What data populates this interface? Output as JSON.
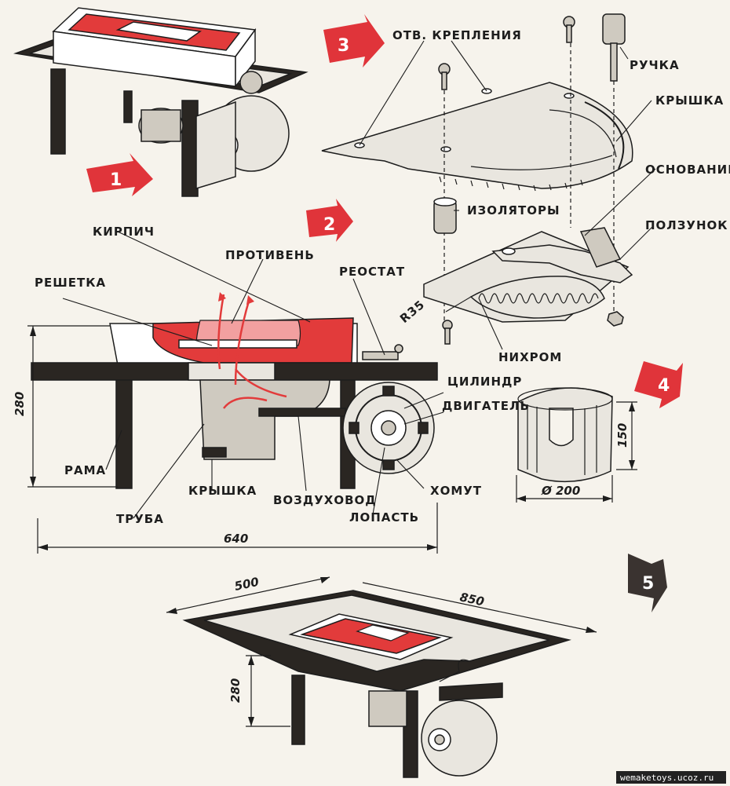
{
  "figure1": {
    "badge": "1"
  },
  "figure2": {
    "badge": "2",
    "labels": {
      "brick": "КИРПИЧ",
      "tray": "ПРОТИВЕНЬ",
      "grate": "РЕШЕТКА",
      "rheostat": "РЕОСТАТ",
      "cylinder": "ЦИЛИНДР",
      "motor": "ДВИГАТЕЛЬ",
      "frame": "РАМА",
      "pipe": "ТРУБА",
      "lid": "КРЫШКА",
      "duct": "ВОЗДУХОВОД",
      "clamp": "ХОМУТ",
      "blade": "ЛОПАСТЬ"
    },
    "dims": {
      "height": "280",
      "width": "640"
    }
  },
  "figure3": {
    "badge": "3",
    "labels": {
      "holes": "ОТВ. КРЕПЛЕНИЯ",
      "knob": "РУЧКА",
      "cover": "КРЫШКА",
      "base": "ОСНОВАНИЕ",
      "insulators": "ИЗОЛЯТОРЫ",
      "slider": "ПОЛЗУНОК",
      "radius": "R35",
      "nichrome": "НИХРОМ"
    }
  },
  "figure4": {
    "badge": "4",
    "dims": {
      "height": "150",
      "diameter": "Ø 200"
    }
  },
  "figure5": {
    "badge": "5",
    "dims": {
      "depth": "500",
      "length": "850",
      "height": "280"
    }
  },
  "watermark": "wemaketoys.ucoz.ru",
  "colors": {
    "accent_red": "#e23b3b",
    "ink": "#1d1d1d",
    "paper": "#f6f3ec",
    "badge_dark": "#3a3330"
  }
}
